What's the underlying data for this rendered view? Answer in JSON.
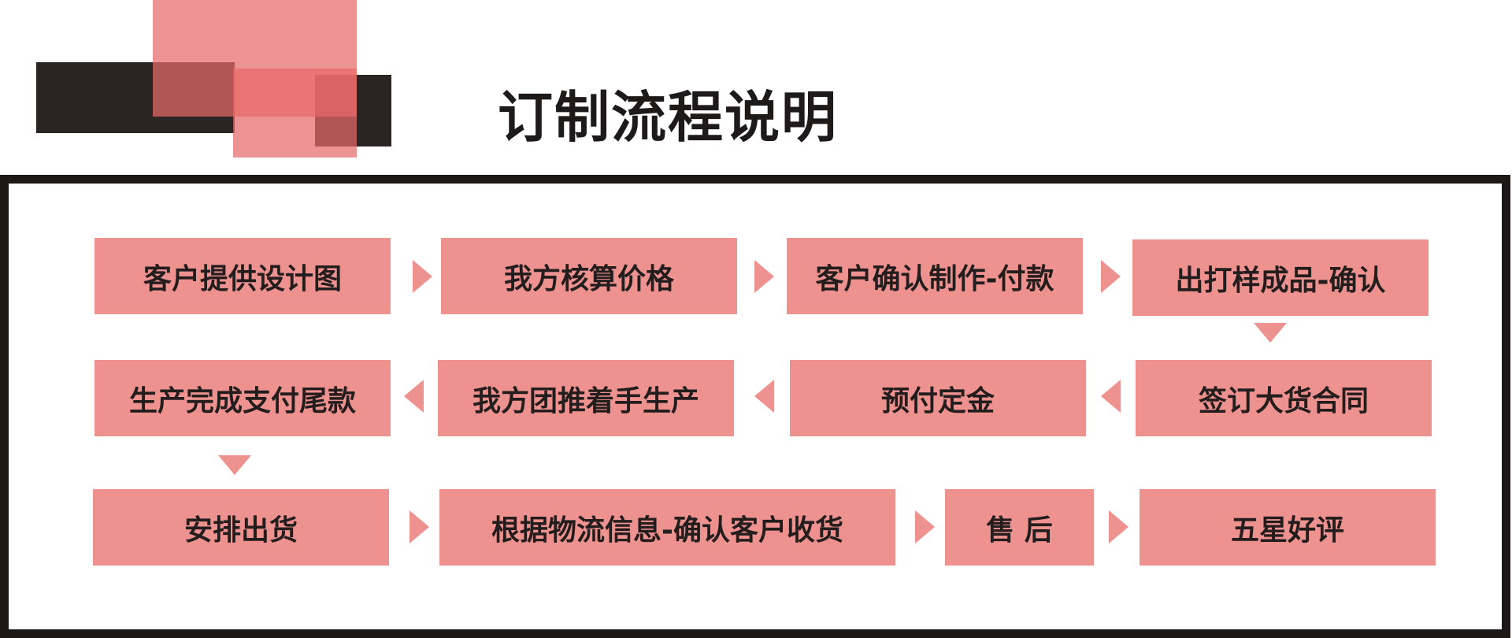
{
  "page": {
    "title": "订制流程说明"
  },
  "colors": {
    "step_fill": "#ee9290",
    "frame": "#1c1817",
    "accent_red": "#e86a6a",
    "dark": "#2a2523"
  },
  "flow": {
    "steps": [
      "客户提供设计图",
      "我方核算价格",
      "客户确认制作-付款",
      "出打样成品-确认",
      "签订大货合同",
      "预付定金",
      "我方团推着手生产",
      "生产完成支付尾款",
      "安排出货",
      "根据物流信息-确认客户收货",
      "售 后",
      "五星好评"
    ]
  }
}
